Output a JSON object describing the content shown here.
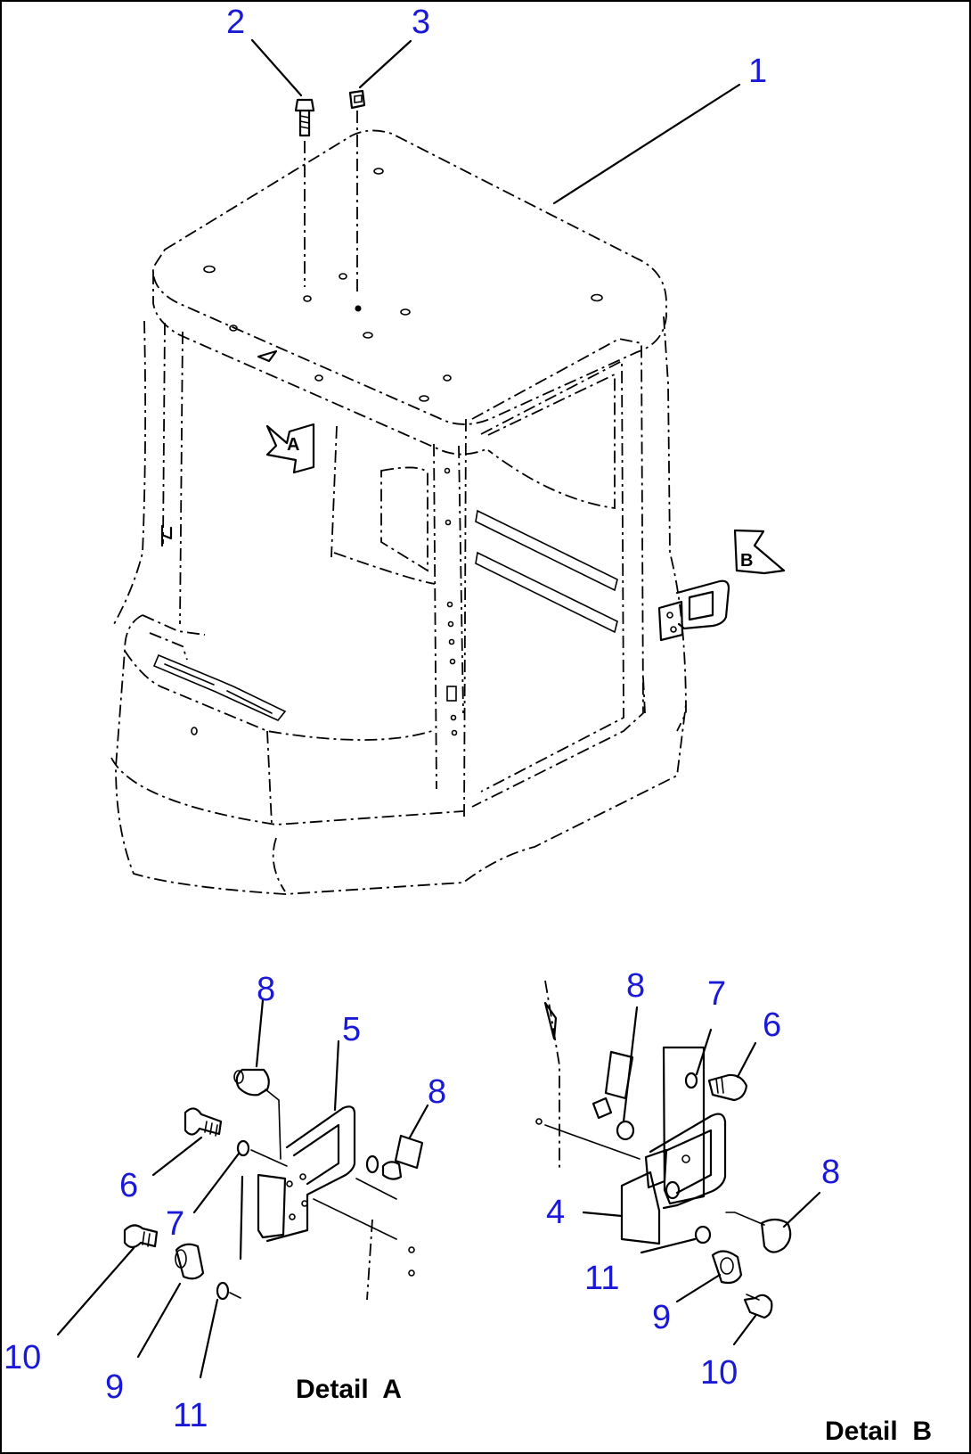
{
  "diagram": {
    "callouts": [
      {
        "label": "1"
      },
      {
        "label": "2"
      },
      {
        "label": "3"
      },
      {
        "label": "5"
      },
      {
        "label": "6"
      },
      {
        "label": "7"
      },
      {
        "label": "8"
      },
      {
        "label": "8"
      },
      {
        "label": "10"
      },
      {
        "label": "9"
      },
      {
        "label": "11"
      },
      {
        "label": "8"
      },
      {
        "label": "7"
      },
      {
        "label": "6"
      },
      {
        "label": "4"
      },
      {
        "label": "11"
      },
      {
        "label": "8"
      },
      {
        "label": "9"
      },
      {
        "label": "10"
      }
    ],
    "view_flags": [
      {
        "label": "A"
      },
      {
        "label": "B"
      }
    ],
    "details": [
      {
        "label": "Detail  A"
      },
      {
        "label": "Detail  B"
      }
    ],
    "colors": {
      "callout": "#1a1ad6",
      "line": "#000000",
      "background": "#ffffff"
    }
  }
}
